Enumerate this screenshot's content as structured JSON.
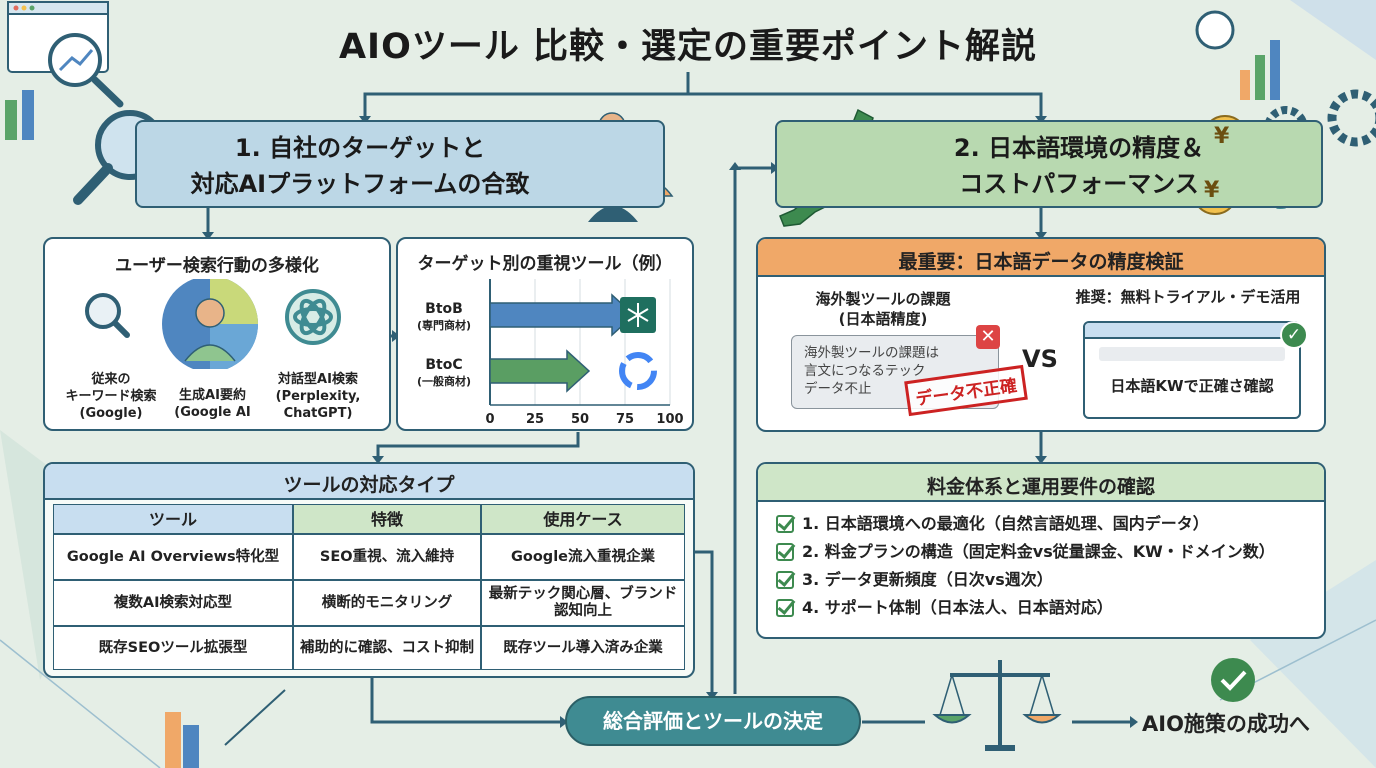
{
  "title": "AIOツール 比較・選定の重要ポイント解説",
  "section1": {
    "heading_line1": "1. 自社のターゲットと",
    "heading_line2": "対応AIプラットフォームの合致"
  },
  "section2": {
    "heading_line1": "2. 日本語環境の精度＆",
    "heading_line2": "コストパフォーマンス"
  },
  "user_behavior": {
    "title": "ユーザー検索行動の多様化",
    "items": [
      {
        "line1": "従来の",
        "line2": "キーワード検索",
        "line3": "(Google)"
      },
      {
        "line1": "生成AI要約",
        "line2": "(Google AI",
        "line3": ""
      },
      {
        "line1": "対話型AI検索",
        "line2": "(Perplexity,",
        "line3": "ChatGPT)"
      }
    ]
  },
  "chart_data": {
    "type": "bar",
    "title": "ターゲット別の重視ツール（例）",
    "categories": [
      {
        "label": "BtoB",
        "sub": "(専門商材)"
      },
      {
        "label": "BtoC",
        "sub": "(一般商材)"
      }
    ],
    "values": [
      80,
      55
    ],
    "xlim": [
      0,
      100
    ],
    "x_ticks": [
      "0",
      "25",
      "50",
      "75",
      "100"
    ],
    "colors": [
      "#4f86c0",
      "#5a9e63"
    ]
  },
  "tool_types": {
    "title": "ツールの対応タイプ",
    "headers": [
      "ツール",
      "特徴",
      "使用ケース"
    ],
    "rows": [
      [
        "Google AI Overviews特化型",
        "SEO重視、流入維持",
        "Google流入重視企業"
      ],
      [
        "複数AI検索対応型",
        "横断的モニタリング",
        "最新テック関心層、ブランド認知向上"
      ],
      [
        "既存SEOツール拡張型",
        "補助的に確認、コスト抑制",
        "既存ツール導入済み企業"
      ]
    ]
  },
  "accuracy": {
    "title": "最重要：日本語データの精度検証",
    "left_title_line1": "海外製ツールの課題",
    "left_title_line2": "(日本語精度)",
    "left_text_line1": "海外製ツールの課題は",
    "left_text_line2": "言文につなるテック",
    "left_text_line3": "データ不止",
    "stamp": "データ不正確",
    "vs": "VS",
    "right_title": "推奨：無料トライアル・デモ活用",
    "right_text": "日本語KWで正確さ確認"
  },
  "pricing": {
    "title": "料金体系と運用要件の確認",
    "items": [
      "1. 日本語環境への最適化（自然言語処理、国内データ）",
      "2. 料金プランの構造（固定料金vs従量課金、KW・ドメイン数）",
      "3. データ更新頻度（日次vs週次）",
      "4. サポート体制（日本法人、日本語対応）"
    ]
  },
  "decision": "総合評価とツールの決定",
  "success": "AIO施策の成功へ",
  "currency_symbol": "¥",
  "colors": {
    "accent": "#2f5f74",
    "blue": "#bcd7e6",
    "green": "#b8d9b0",
    "orange": "#f0a868",
    "teal": "#3f8b92"
  }
}
